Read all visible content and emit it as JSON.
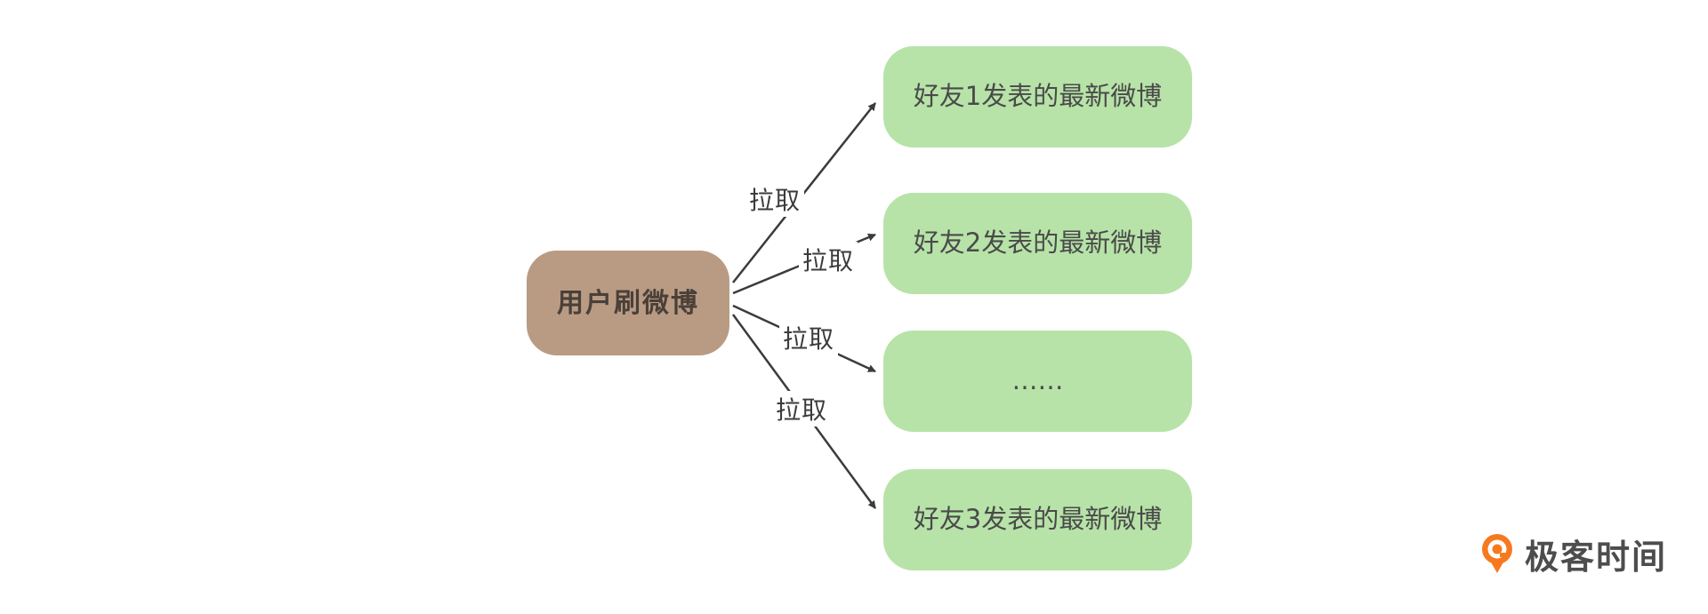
{
  "diagram": {
    "source_node": {
      "label": "用户刷微博"
    },
    "target_nodes": [
      {
        "label": "好友1发表的最新微博"
      },
      {
        "label": "好友2发表的最新微博"
      },
      {
        "label": "……"
      },
      {
        "label": "好友3发表的最新微博"
      }
    ],
    "edge_labels": [
      "拉取",
      "拉取",
      "拉取",
      "拉取"
    ]
  },
  "branding": {
    "logo_text": "极客时间"
  },
  "colors": {
    "source_bg": "#b99b84",
    "source_text": "#4a4039",
    "target_bg": "#b7e3a8",
    "target_text": "#4a4a4a",
    "arrow": "#3b3b3b",
    "edge_label_text": "#3b3b3b",
    "logo_orange": "#f7791f",
    "logo_text_color": "#4d4d4d"
  }
}
